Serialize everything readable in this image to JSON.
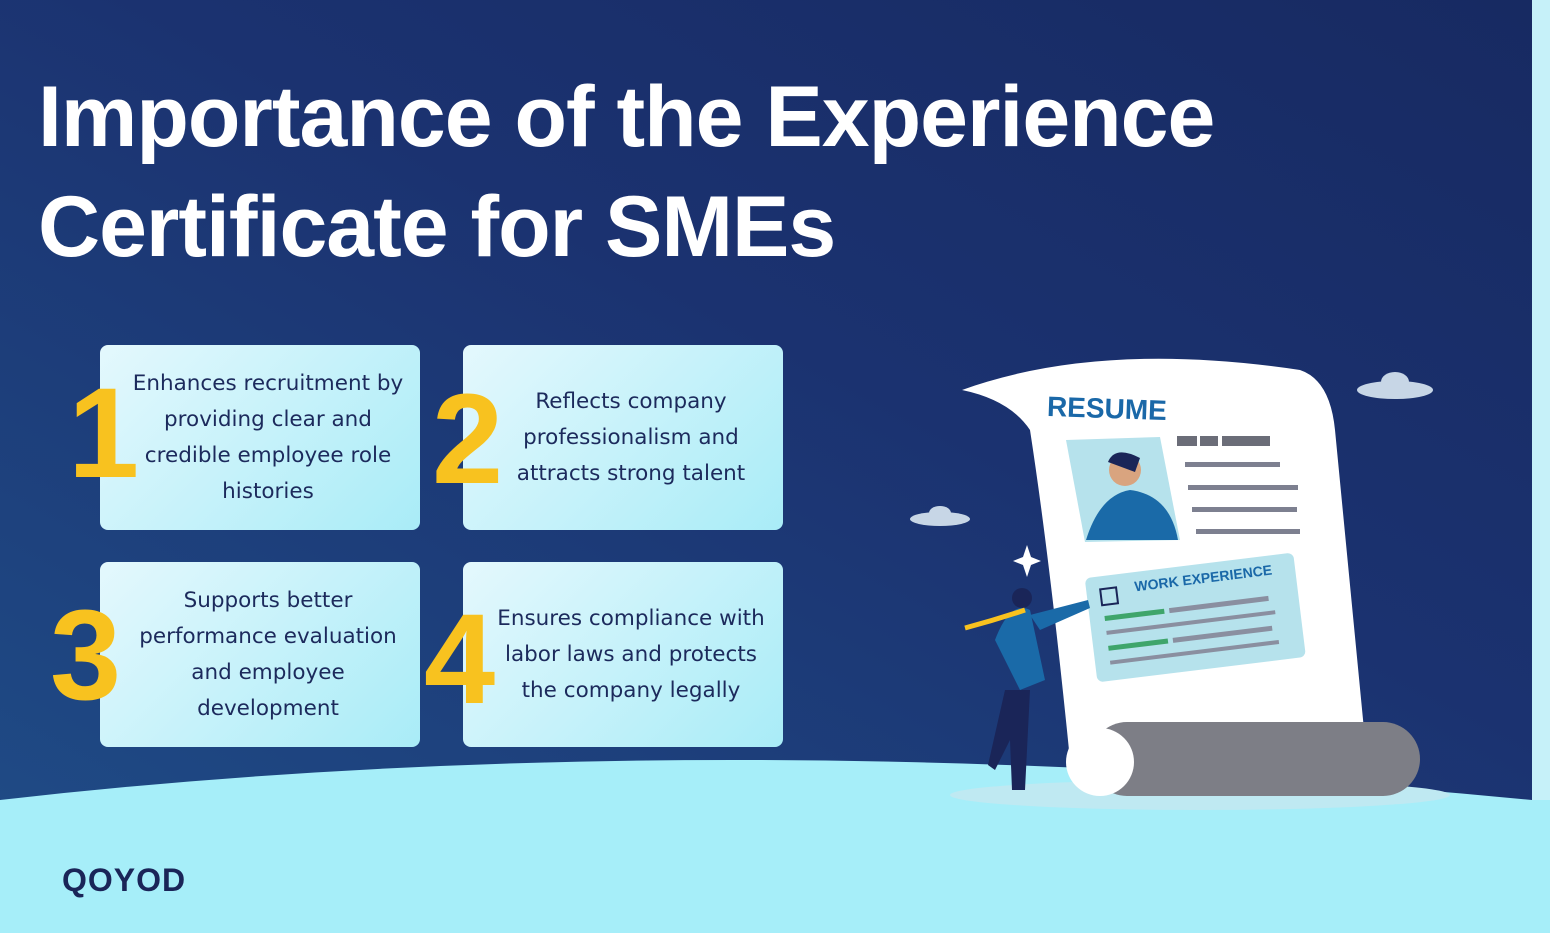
{
  "title": {
    "line1": "Importance of the Experience",
    "line2": "Certificate for SMEs"
  },
  "cards": [
    {
      "number": "1",
      "text": "Enhances recruitment by providing clear and credible employee role histories"
    },
    {
      "number": "2",
      "text": "Reflects company professionalism and attracts strong talent"
    },
    {
      "number": "3",
      "text": "Supports better performance evaluation and employee development"
    },
    {
      "number": "4",
      "text": "Ensures compliance with labor laws and protects the company legally"
    }
  ],
  "illustration": {
    "resume_label": "RESUME",
    "section_label": "WORK EXPERIENCE"
  },
  "logo": "QOYOD",
  "colors": {
    "background_dark": "#1a2a63",
    "accent_yellow": "#f8c21f",
    "card": "#b8eff8",
    "ground": "#a6eef9"
  }
}
